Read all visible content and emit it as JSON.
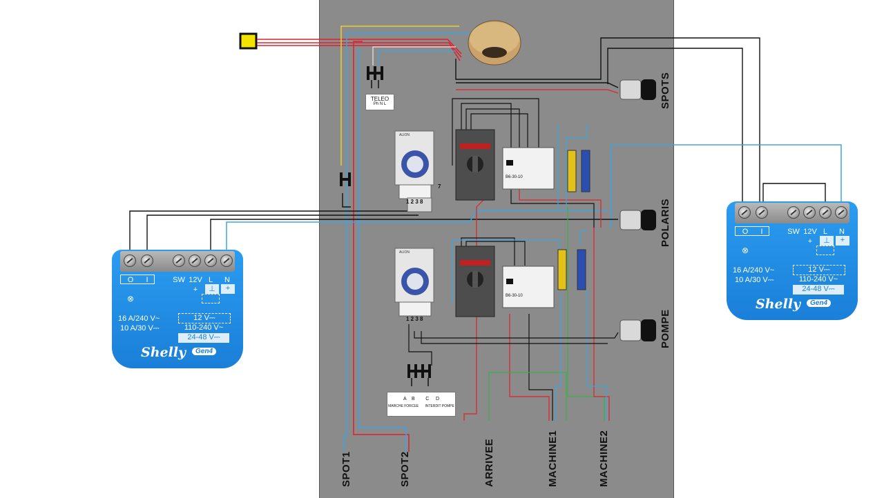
{
  "panel_labels": {
    "spots": "SPOTS",
    "polaris": "POLARIS",
    "pompe": "POMPE",
    "spot1": "SPOT1",
    "spot2": "SPOT2",
    "arrivee": "ARRIVEE",
    "machine1": "MACHINE1",
    "machine2": "MACHINE2"
  },
  "teleo": {
    "title": "TELEO",
    "sub": "Ph  N  L"
  },
  "sticker_abcd": {
    "letters": "A    B        C     D",
    "left": "MARCHE FORCEE",
    "right": "INTERDIT POMPE"
  },
  "contactor_label": "B6-30-10",
  "timer": {
    "terminals": "1 2 3 8",
    "side": "7",
    "brand": "ALION"
  },
  "shelly": {
    "terminals": [
      "O",
      "I",
      "SW",
      "12V",
      "L",
      "N"
    ],
    "plus": "+",
    "ground": "⊥",
    "rating1": "16 A/240 V~",
    "rating2": "10 A/30 V⎓",
    "v12": "12 V⎓",
    "v110": "110-240 V~",
    "v24": "24-48 V⎓",
    "logo": "Shelly",
    "gen": "Gen4"
  },
  "colors": {
    "panel": "#8b8b8b",
    "wire_black": "#111111",
    "wire_blue": "#2aa0e0",
    "wire_red": "#e0202a",
    "wire_yellow": "#f0d000",
    "wire_green": "#3bb04a",
    "shelly_blue": "#1f8ae0"
  }
}
